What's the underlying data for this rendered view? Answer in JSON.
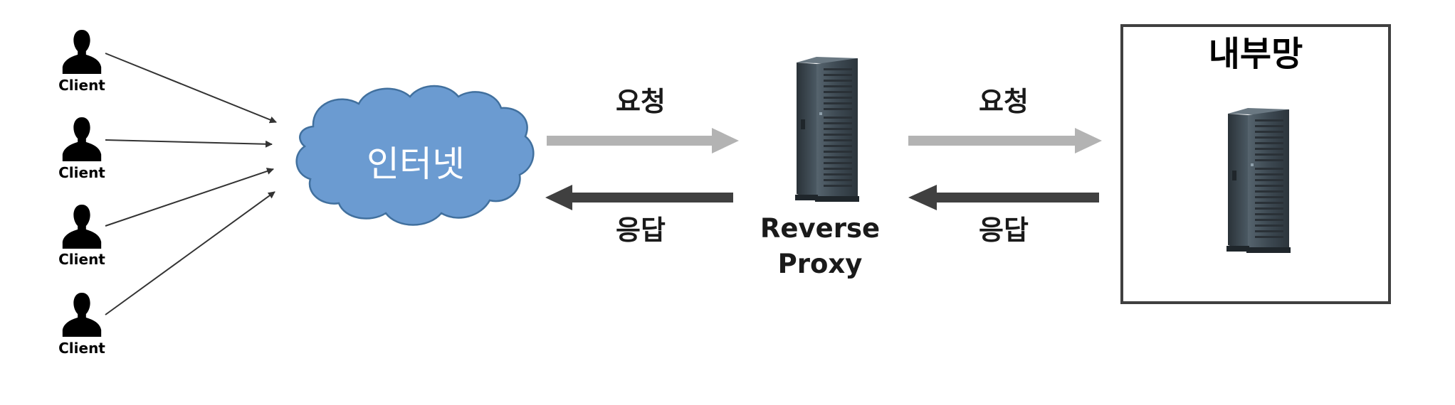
{
  "clients": [
    {
      "label": "Client"
    },
    {
      "label": "Client"
    },
    {
      "label": "Client"
    },
    {
      "label": "Client"
    }
  ],
  "internet": {
    "label": "인터넷"
  },
  "left_arrows": {
    "request_label": "요청",
    "response_label": "응답"
  },
  "proxy": {
    "line1": "Reverse",
    "line2": "Proxy"
  },
  "right_arrows": {
    "request_label": "요청",
    "response_label": "응답"
  },
  "internal_network": {
    "title": "내부망"
  },
  "colors": {
    "request_arrow": "#b3b3b3",
    "response_arrow": "#404040",
    "cloud_fill": "#6b9bd1",
    "cloud_stroke": "#41709e",
    "server_body": "#3a4650",
    "box_border": "#404040"
  },
  "icons": {
    "client": "person-silhouette-icon",
    "cloud": "cloud-icon",
    "server": "tower-server-icon"
  }
}
